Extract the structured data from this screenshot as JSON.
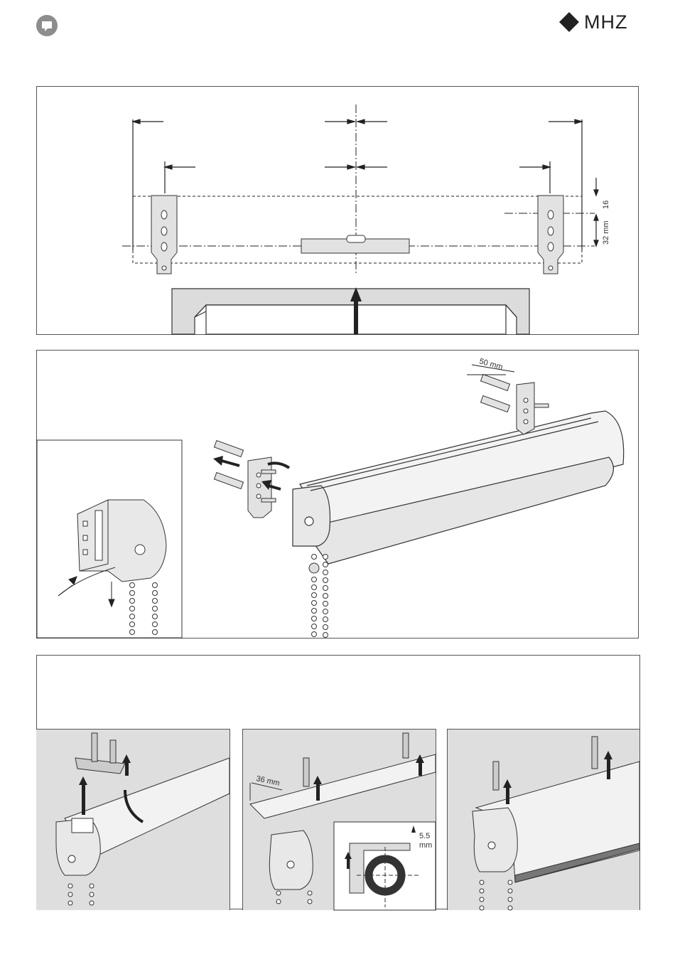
{
  "brand": {
    "name": "MHZ",
    "logo_icon": "diamond-icon"
  },
  "header": {
    "icon": "speech-bubble-icon"
  },
  "step1": {
    "dim_top": "16",
    "dim_spacing": "32 mm"
  },
  "step2": {
    "dim_screw_spacing": "50 mm"
  },
  "step3": {
    "panel_b_dim": "36 mm",
    "panel_b_inset_dim_value": "5.5",
    "panel_b_inset_dim_unit": "mm"
  }
}
